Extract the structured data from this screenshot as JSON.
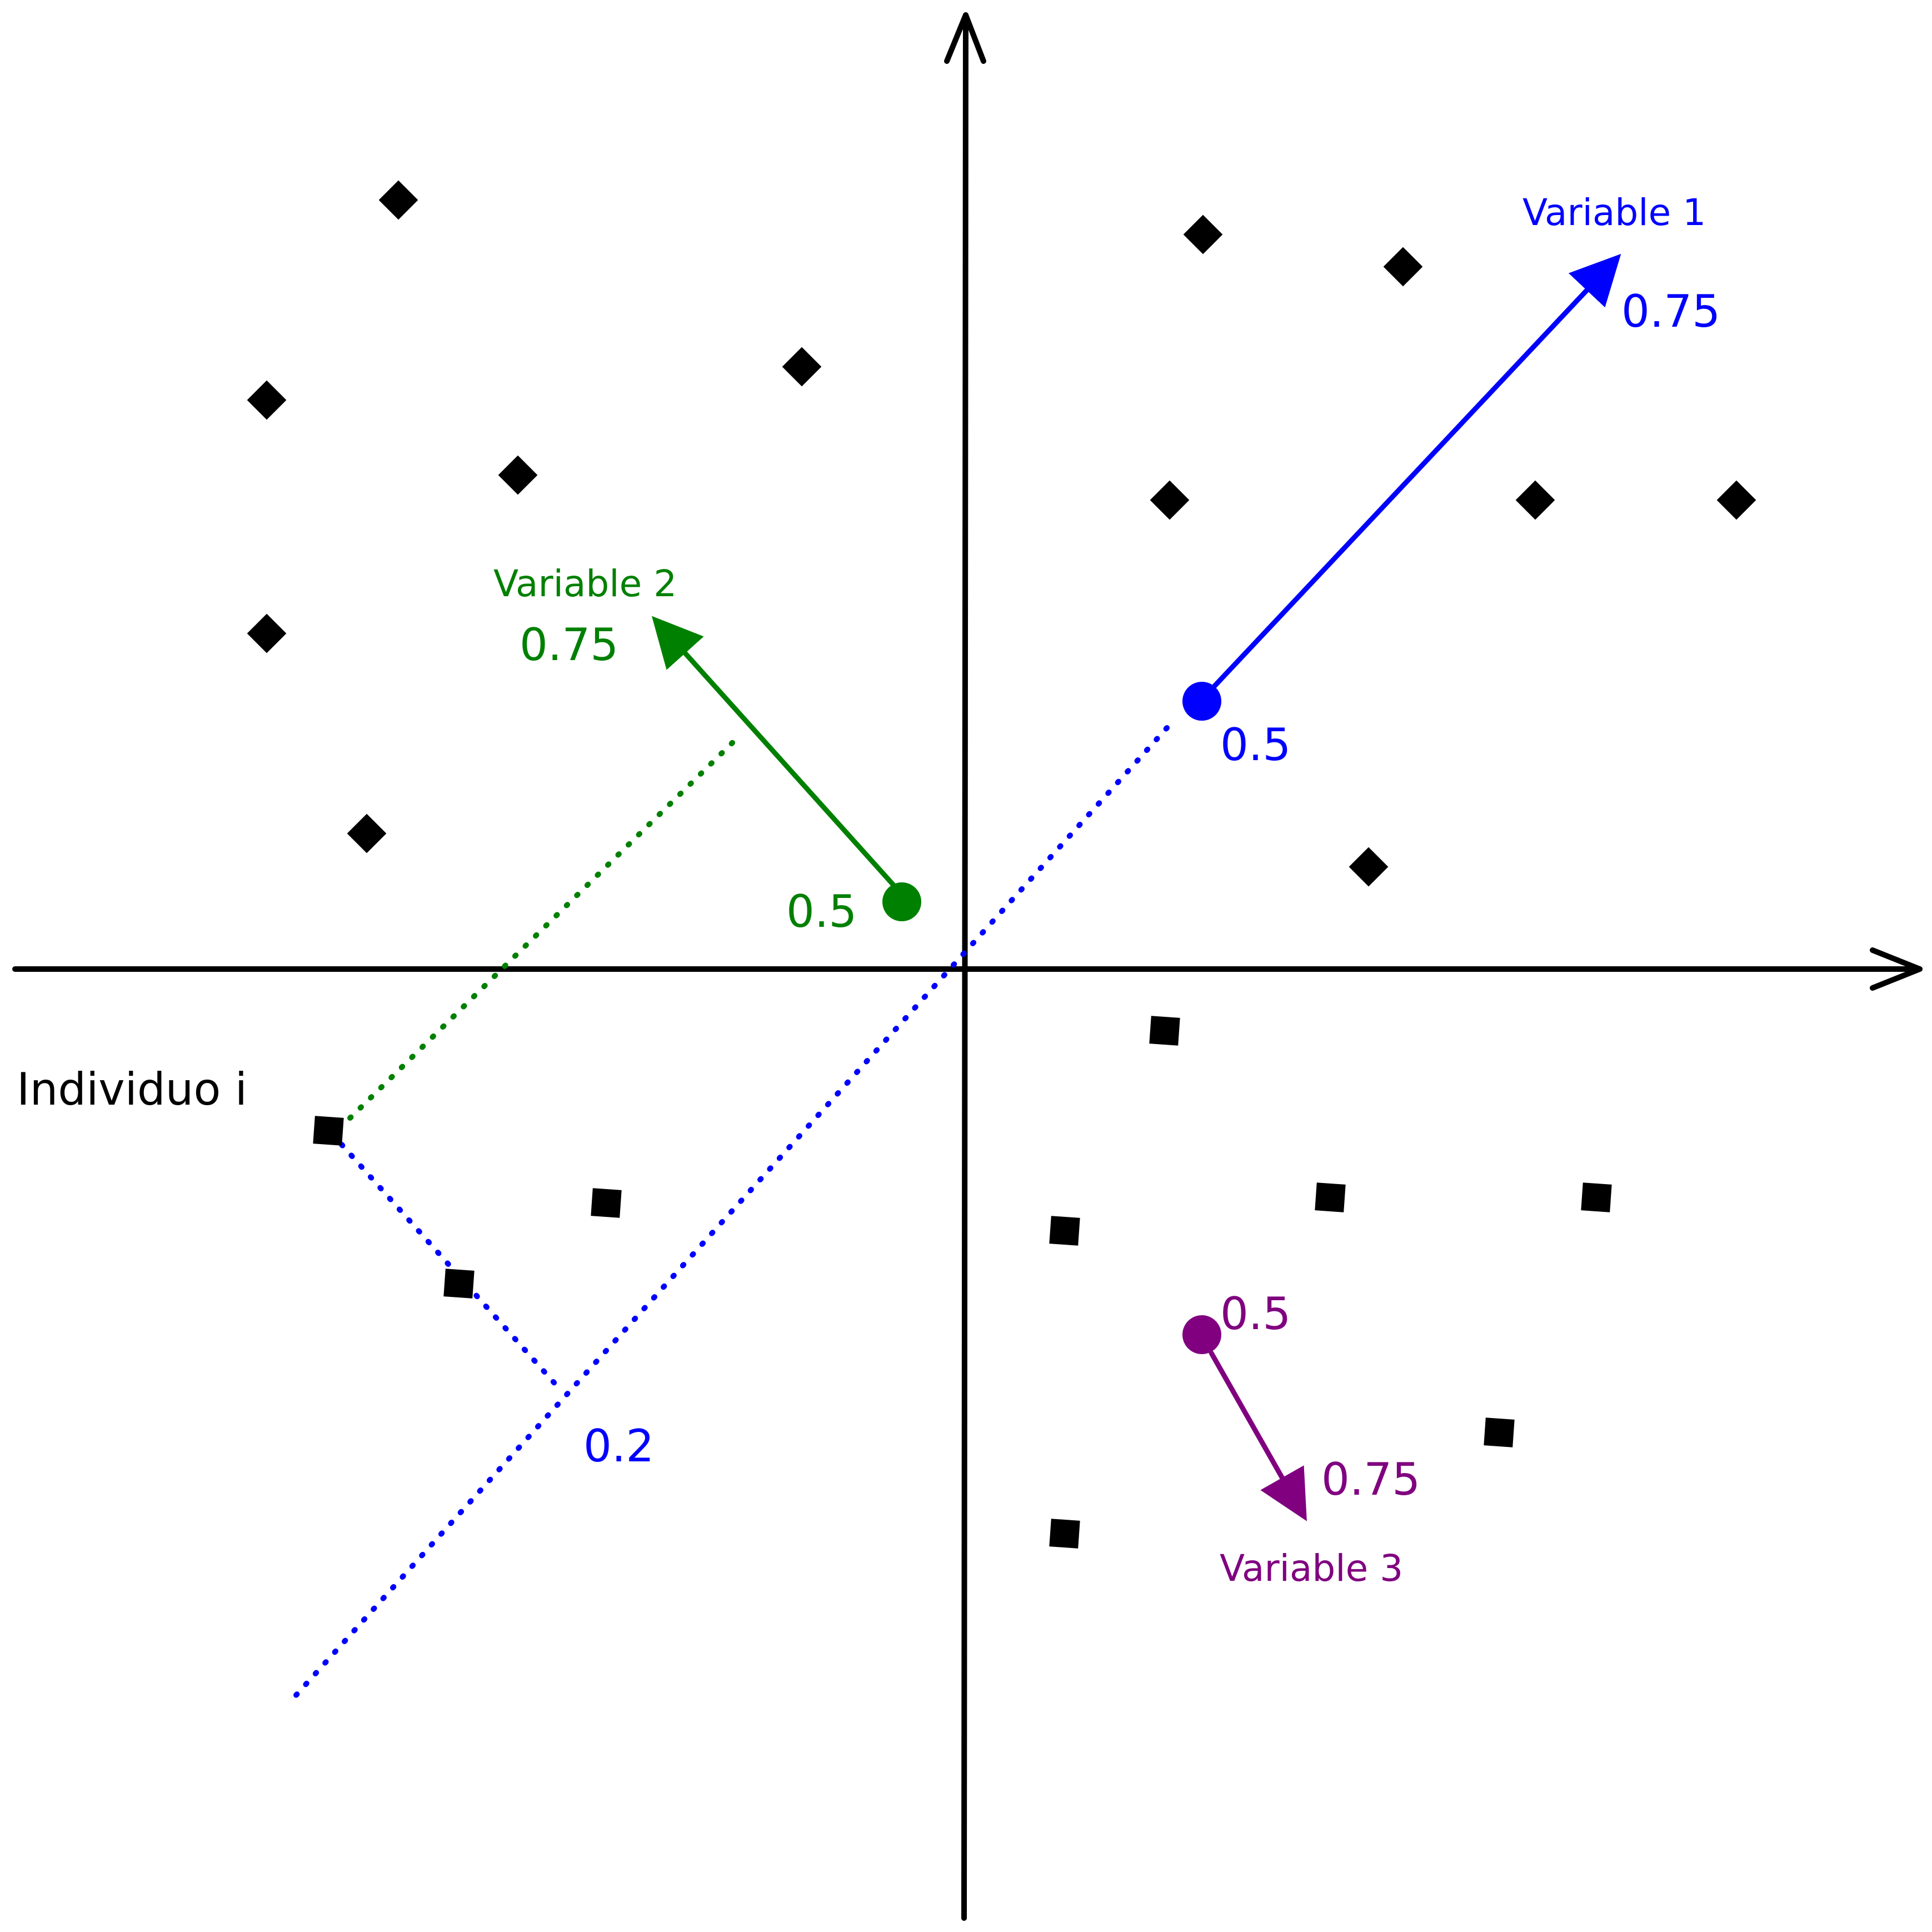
{
  "colors": {
    "axis": "#000000",
    "variable_1": "#0000ff",
    "variable_2": "#008000",
    "variable_3": "#800080",
    "points": "#000000",
    "background": "#ffffff"
  },
  "labels": {
    "individuo": "Individuo i",
    "variable_1": {
      "name": "Variable 1",
      "value": "0.75",
      "origin_value": "0.5"
    },
    "variable_2": {
      "name": "Variable 2",
      "value": "0.75",
      "origin_value": "0.5"
    },
    "variable_3": {
      "name": "Variable 3",
      "value": "0.75",
      "origin_value": "0.5"
    },
    "projection_value": "0.2"
  },
  "marker_shapes": {
    "upper_half": "diamond",
    "lower_half": "square"
  }
}
